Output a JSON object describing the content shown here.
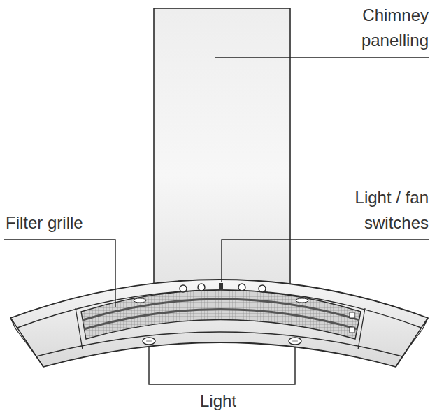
{
  "diagram": {
    "labels": [
      "Chimney panelling",
      "Filter grille",
      "Light / fan switches",
      "Light"
    ]
  }
}
